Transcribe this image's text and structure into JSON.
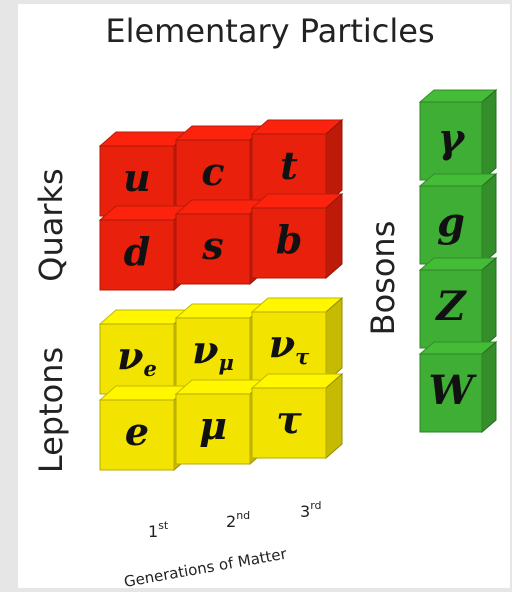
{
  "title": "Elementary Particles",
  "groups": {
    "quarks": "Quarks",
    "leptons": "Leptons",
    "bosons": "Bosons"
  },
  "generations": {
    "first": {
      "num": "1",
      "sup": "st"
    },
    "second": {
      "num": "2",
      "sup": "nd"
    },
    "third": {
      "num": "3",
      "sup": "rd"
    },
    "caption": "Generations of Matter"
  },
  "particles": {
    "up": "u",
    "charm": "c",
    "top": "t",
    "down": "d",
    "strange": "s",
    "bottom": "b",
    "nu_e": "νe",
    "nu_mu": "νμ",
    "nu_tau": "ντ",
    "electron": "e",
    "muon": "μ",
    "tau": "τ",
    "photon": "γ",
    "gluon": "g",
    "z_boson": "Z",
    "w_boson": "W"
  },
  "colors": {
    "quark": "#e8200c",
    "lepton": "#f2e400",
    "boson": "#3fae34",
    "page": "#ffffff",
    "background": "#e6e6e6"
  }
}
